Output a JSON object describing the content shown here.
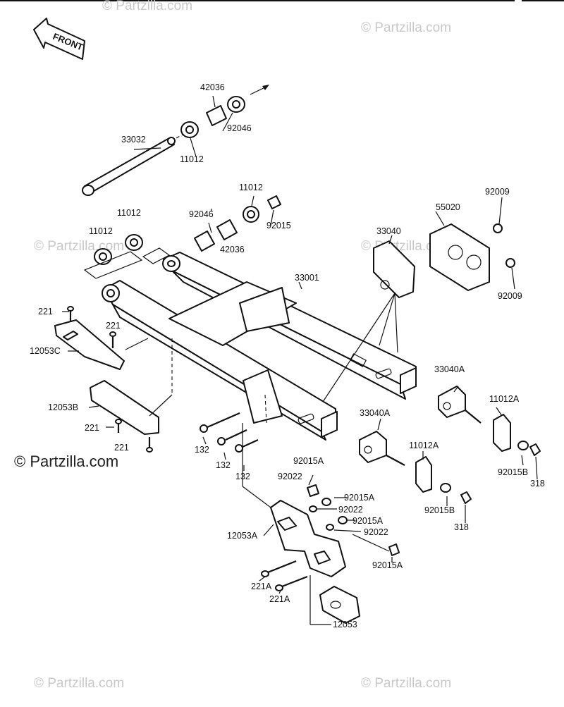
{
  "front_label": "FRONT",
  "watermark": {
    "text": "© Partzilla.com",
    "main": "© Partzilla.com"
  },
  "labels": {
    "l42036a": "42036",
    "l33032": "33032",
    "l11012a": "11012",
    "l92046a": "92046",
    "l11012b": "11012",
    "l11012c": "11012",
    "l92046b": "92046",
    "l11012d": "11012",
    "l42036b": "42036",
    "l92015": "92015",
    "l33040": "33040",
    "l55020": "55020",
    "l92009a": "92009",
    "l92009b": "92009",
    "l33001": "33001",
    "l221a": "221",
    "l221b": "221",
    "l12053C": "12053C",
    "l12053B": "12053B",
    "l221c": "221",
    "l221d": "221",
    "l132a": "132",
    "l132b": "132",
    "l132c": "132",
    "l33040Aa": "33040A",
    "l11012Aa": "11012A",
    "l33040Ab": "33040A",
    "l11012Ab": "11012A",
    "l92015Aa": "92015A",
    "l92022a": "92022",
    "l92015Ab": "92015A",
    "l92022b": "92022",
    "l92015Ac": "92015A",
    "l92022c": "92022",
    "l12053A": "12053A",
    "l92015Ad": "92015A",
    "l221Aa": "221A",
    "l221Ab": "221A",
    "l12053": "12053",
    "l92015Ba": "92015B",
    "l318a": "318",
    "l92015Bb": "92015B",
    "l318b": "318"
  }
}
